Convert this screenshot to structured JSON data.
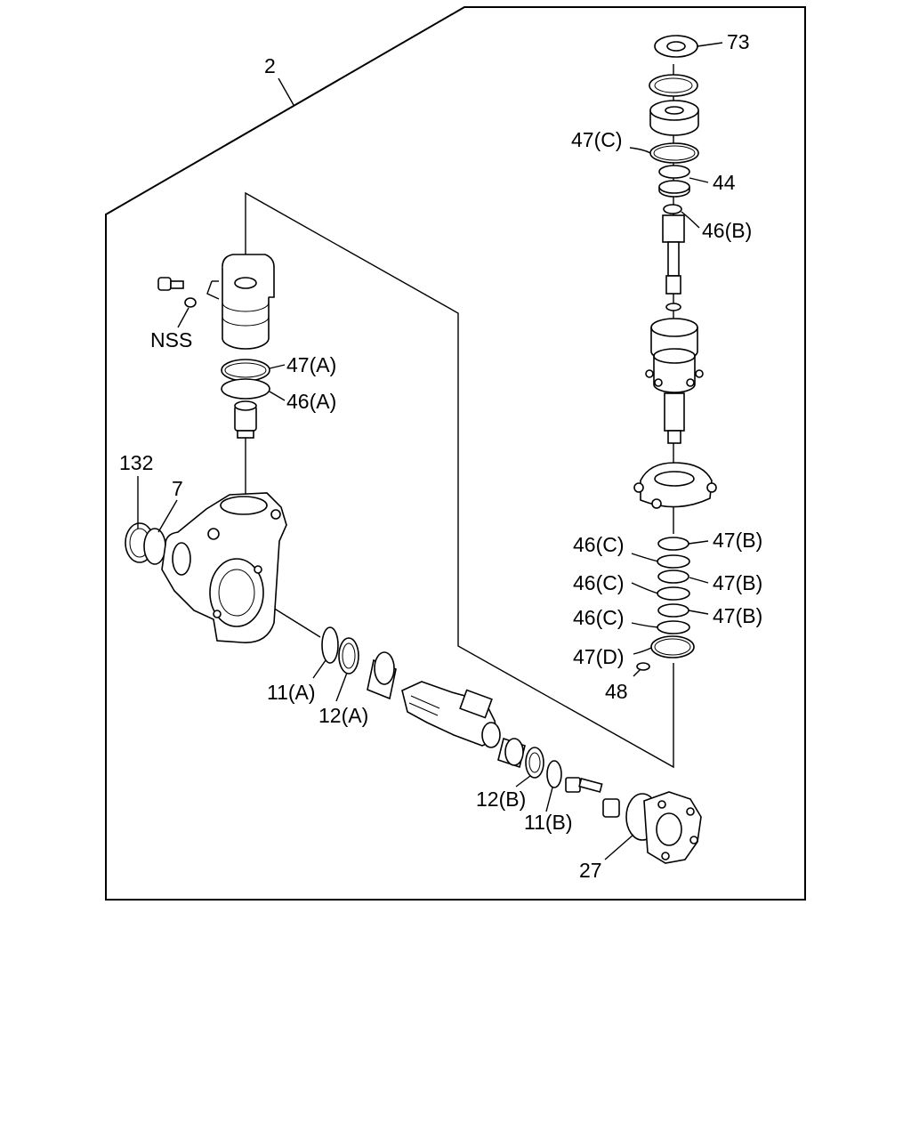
{
  "callouts": {
    "c2": "2",
    "c73": "73",
    "c47c": "47(C)",
    "c44": "44",
    "c46b": "46(B)",
    "cnss": "NSS",
    "c47a": "47(A)",
    "c46a": "46(A)",
    "c132": "132",
    "c7": "7",
    "c46c_1": "46(C)",
    "c47b_1": "47(B)",
    "c46c_2": "46(C)",
    "c47b_2": "47(B)",
    "c46c_3": "46(C)",
    "c47b_3": "47(B)",
    "c47d": "47(D)",
    "c48": "48",
    "c11a": "11(A)",
    "c12a": "12(A)",
    "c12b": "12(B)",
    "c11b": "11(B)",
    "c27": "27"
  }
}
